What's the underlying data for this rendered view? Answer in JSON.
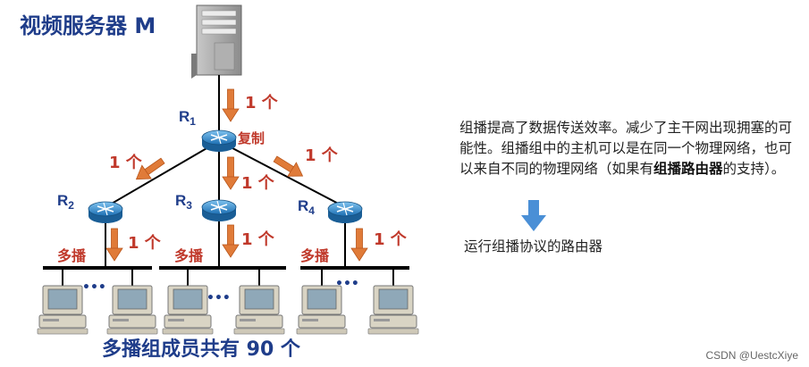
{
  "title": "视频服务器 M",
  "routers": [
    {
      "name": "R",
      "sub": "1"
    },
    {
      "name": "R",
      "sub": "2"
    },
    {
      "name": "R",
      "sub": "3"
    },
    {
      "name": "R",
      "sub": "4"
    }
  ],
  "copy_label": "复制",
  "count_label": "1 个",
  "multicast_label": "多播",
  "ellipsis": "•••",
  "members_summary": "多播组成员共有 90 个",
  "description": {
    "before_bold": "组播提高了数据传送效率。减少了主干网出现拥塞的可能性。组播组中的主机可以是在同一个物理网络，也可以来自不同的物理网络（如果有",
    "bold": "组播路由器",
    "after_bold": "的支持）。"
  },
  "router_protocol_label": "运行组播协议的路由器",
  "watermark": "CSDN @UestcXiye",
  "colors": {
    "title": "#1f3d8a",
    "arrow": "#e07b39",
    "count_text": "#c0392b",
    "router": "#2e86c1",
    "side_arrow": "#4a8fd6"
  }
}
